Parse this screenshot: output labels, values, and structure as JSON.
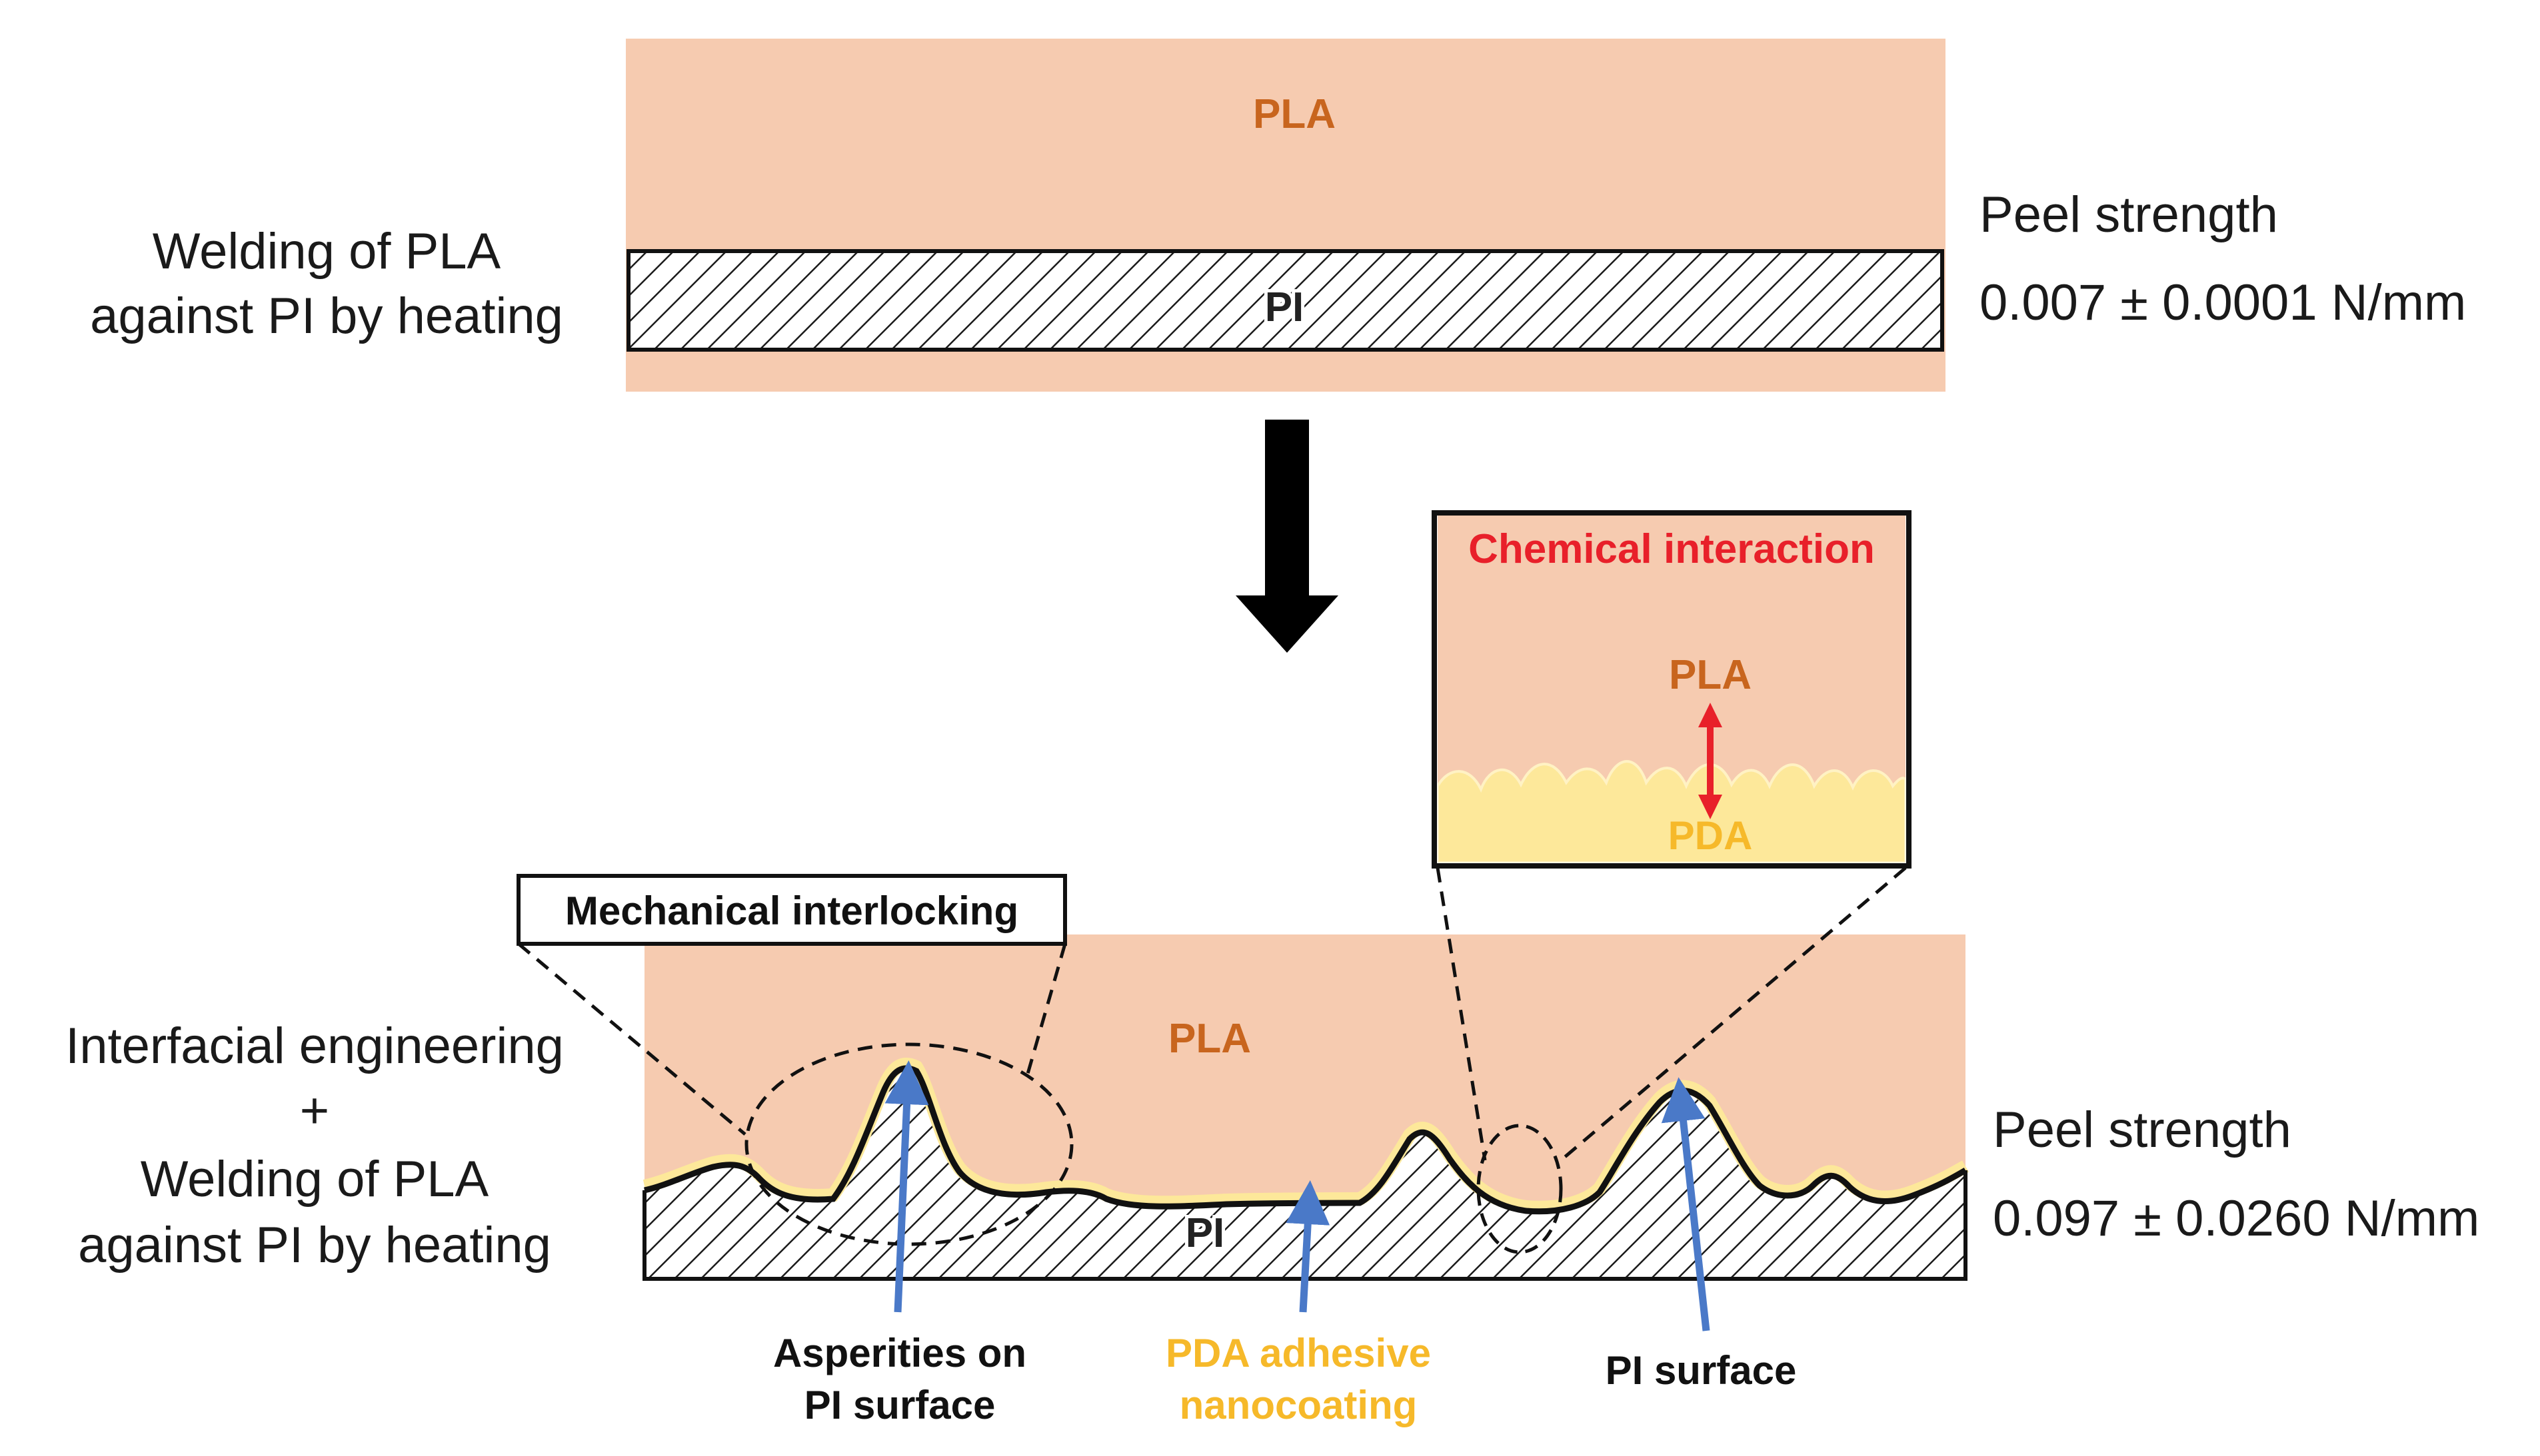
{
  "top": {
    "left_label_line1": "Welding of PLA",
    "left_label_line2": "against PI by heating",
    "pla_label": "PLA",
    "pi_label": "PI",
    "peel_title": "Peel strength",
    "peel_value": "0.007 ± 0.0001 N/mm"
  },
  "bottom": {
    "left_label_line1": "Interfacial engineering",
    "left_label_line2": "+",
    "left_label_line3": "Welding of PLA",
    "left_label_line4": "against PI by heating",
    "pla_label": "PLA",
    "pi_label": "PI",
    "peel_title": "Peel strength",
    "peel_value": "0.097 ± 0.0260 N/mm",
    "mechanical_box": "Mechanical interlocking",
    "annotations": {
      "asperities_line1": "Asperities on",
      "asperities_line2": "PI surface",
      "pda_line1": "PDA adhesive",
      "pda_line2": "nanocoating",
      "pi_surface": "PI surface"
    }
  },
  "inset": {
    "title": "Chemical interaction",
    "pla_label": "PLA",
    "pda_label": "PDA"
  },
  "colors": {
    "pla_fill": "#f6cbb0",
    "pda_fill": "#fde89a",
    "pla_text": "#c8651e",
    "pda_text": "#f6b92a",
    "chem_text": "#e8202a",
    "arrow_blue": "#4a79c8",
    "double_arrow_red": "#e8202a"
  }
}
